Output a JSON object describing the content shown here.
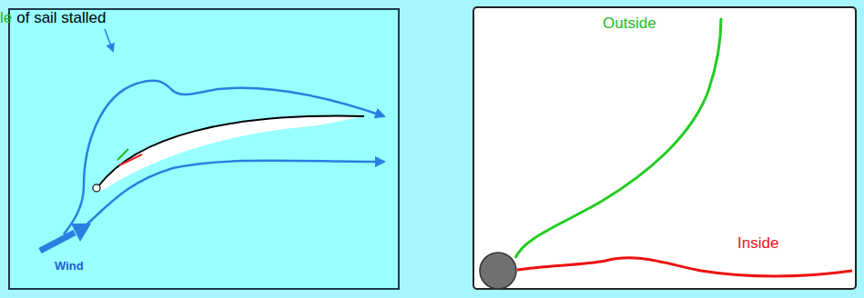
{
  "diagram": {
    "labels": [
      "le",
      "of sail stalled",
      "Wind",
      "Outside",
      "Inside"
    ]
  }
}
